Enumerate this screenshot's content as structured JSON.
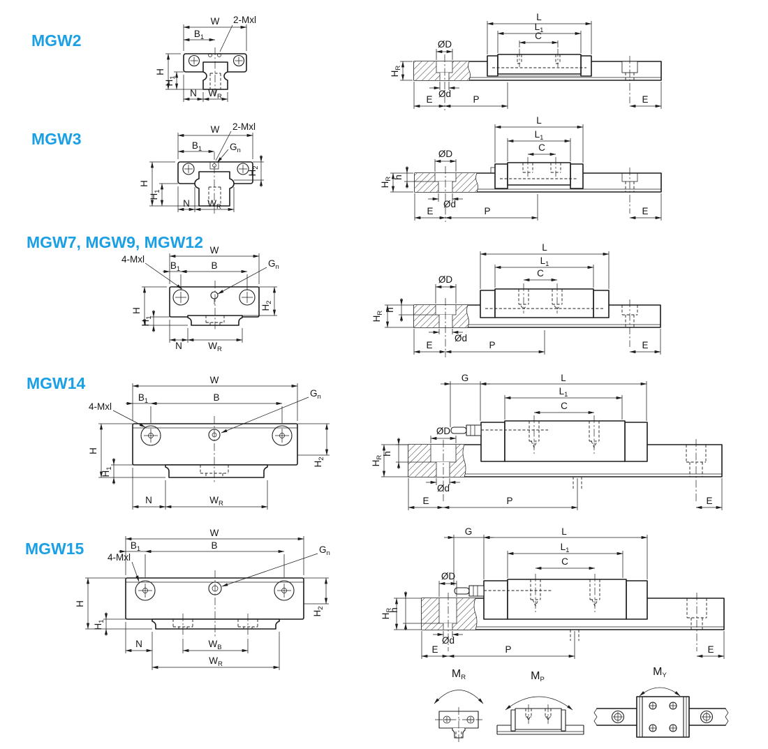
{
  "page": {
    "bg": "#ffffff",
    "accent_blue": "#1b9fe5",
    "line_color": "#1c1c1c"
  },
  "sections": {
    "mgw2": {
      "title": "MGW2",
      "front": {
        "W": {
          "b": "W"
        },
        "B1": {
          "b": "B",
          "s": "1"
        },
        "Mxl": {
          "b": "2-Mxl"
        },
        "H": {
          "b": "H"
        },
        "H1": {
          "b": "H",
          "s": "1"
        },
        "N": {
          "b": "N"
        },
        "WR": {
          "b": "W",
          "s": "R"
        }
      },
      "side": {
        "L": {
          "b": "L"
        },
        "L1": {
          "b": "L",
          "s": "1"
        },
        "C": {
          "b": "C"
        },
        "OD": {
          "b": "ØD"
        },
        "Od": {
          "b": "Ød"
        },
        "HR": {
          "b": "H",
          "s": "R"
        },
        "E1": {
          "b": "E"
        },
        "P": {
          "b": "P"
        },
        "E2": {
          "b": "E"
        }
      }
    },
    "mgw3": {
      "title": "MGW3",
      "front": {
        "W": {
          "b": "W"
        },
        "B1": {
          "b": "B",
          "s": "1"
        },
        "Mxl": {
          "b": "2-Mxl"
        },
        "Gn": {
          "b": "G",
          "s": "n"
        },
        "H": {
          "b": "H"
        },
        "H1": {
          "b": "H",
          "s": "1"
        },
        "H2": {
          "b": "H",
          "s": "2"
        },
        "N": {
          "b": "N"
        },
        "WR": {
          "b": "W",
          "s": "R"
        }
      },
      "side": {
        "L": {
          "b": "L"
        },
        "L1": {
          "b": "L",
          "s": "1"
        },
        "C": {
          "b": "C"
        },
        "OD": {
          "b": "ØD"
        },
        "Od": {
          "b": "Ød"
        },
        "HR": {
          "b": "H",
          "s": "R"
        },
        "h": {
          "b": "h"
        },
        "E1": {
          "b": "E"
        },
        "P": {
          "b": "P"
        },
        "E2": {
          "b": "E"
        }
      }
    },
    "mgw7912": {
      "title": "MGW7, MGW9, MGW12",
      "front": {
        "W": {
          "b": "W"
        },
        "Mxl": {
          "b": "4-Mxl"
        },
        "B1": {
          "b": "B",
          "s": "1"
        },
        "B": {
          "b": "B"
        },
        "Gn": {
          "b": "G",
          "s": "n"
        },
        "H": {
          "b": "H"
        },
        "H1": {
          "b": "H",
          "s": "1"
        },
        "H2": {
          "b": "H",
          "s": "2"
        },
        "N": {
          "b": "N"
        },
        "WR": {
          "b": "W",
          "s": "R"
        }
      },
      "side": {
        "L": {
          "b": "L"
        },
        "L1": {
          "b": "L",
          "s": "1"
        },
        "C": {
          "b": "C"
        },
        "OD": {
          "b": "ØD"
        },
        "Od": {
          "b": "Ød"
        },
        "HR": {
          "b": "H",
          "s": "R"
        },
        "h": {
          "b": "h"
        },
        "E1": {
          "b": "E"
        },
        "P": {
          "b": "P"
        },
        "E2": {
          "b": "E"
        }
      }
    },
    "mgw14": {
      "title": "MGW14",
      "front": {
        "W": {
          "b": "W"
        },
        "Mxl": {
          "b": "4-Mxl"
        },
        "B1": {
          "b": "B",
          "s": "1"
        },
        "B": {
          "b": "B"
        },
        "Gn": {
          "b": "G",
          "s": "n"
        },
        "H": {
          "b": "H"
        },
        "H1": {
          "b": "H",
          "s": "1"
        },
        "H2": {
          "b": "H",
          "s": "2"
        },
        "N": {
          "b": "N"
        },
        "WR": {
          "b": "W",
          "s": "R"
        }
      },
      "side": {
        "G": {
          "b": "G"
        },
        "L": {
          "b": "L"
        },
        "L1": {
          "b": "L",
          "s": "1"
        },
        "C": {
          "b": "C"
        },
        "OD": {
          "b": "ØD"
        },
        "Od": {
          "b": "Ød"
        },
        "HR": {
          "b": "H",
          "s": "R"
        },
        "h": {
          "b": "h"
        },
        "E1": {
          "b": "E"
        },
        "P": {
          "b": "P"
        },
        "E2": {
          "b": "E"
        }
      }
    },
    "mgw15": {
      "title": "MGW15",
      "front": {
        "W": {
          "b": "W"
        },
        "Mxl": {
          "b": "4-Mxl"
        },
        "B1": {
          "b": "B",
          "s": "1"
        },
        "B": {
          "b": "B"
        },
        "Gn": {
          "b": "G",
          "s": "n"
        },
        "H": {
          "b": "H"
        },
        "H1": {
          "b": "H",
          "s": "1"
        },
        "H2": {
          "b": "H",
          "s": "2"
        },
        "N": {
          "b": "N"
        },
        "WB": {
          "b": "W",
          "s": "B"
        },
        "WR": {
          "b": "W",
          "s": "R"
        }
      },
      "side": {
        "G": {
          "b": "G"
        },
        "L": {
          "b": "L"
        },
        "L1": {
          "b": "L",
          "s": "1"
        },
        "C": {
          "b": "C"
        },
        "OD": {
          "b": "ØD"
        },
        "Od": {
          "b": "Ød"
        },
        "HR": {
          "b": "H",
          "s": "R"
        },
        "h": {
          "b": "h"
        },
        "E1": {
          "b": "E"
        },
        "P": {
          "b": "P"
        },
        "E2": {
          "b": "E"
        }
      }
    }
  },
  "moments": {
    "MR": {
      "b": "M",
      "s": "R"
    },
    "MP": {
      "b": "M",
      "s": "P"
    },
    "MY": {
      "b": "M",
      "s": "Y"
    }
  }
}
